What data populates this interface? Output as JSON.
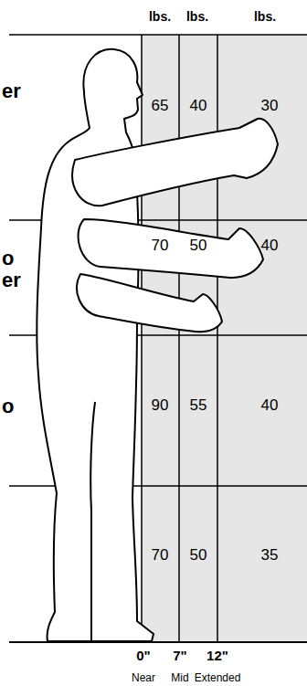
{
  "diagram": {
    "labels": [
      "lbs.",
      "lbs.",
      "lbs.",
      "er",
      "65",
      "40",
      "30",
      "o",
      "er",
      "70",
      "50",
      "40",
      "o",
      "90",
      "55",
      "40",
      "70",
      "50",
      "35",
      "0\"",
      "7\"",
      "12\"",
      "Near",
      "Mid",
      "Extended"
    ]
  }
}
